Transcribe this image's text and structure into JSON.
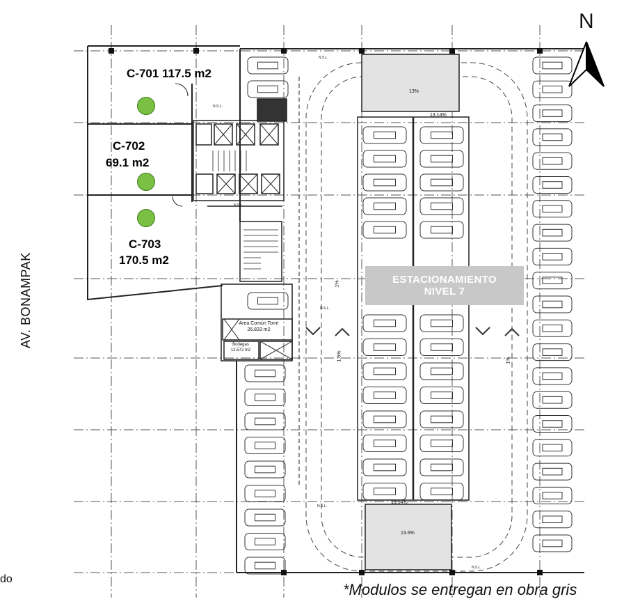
{
  "north_label": "N",
  "street_label": "AV. BONAMPAK",
  "units": [
    {
      "id": "C-701",
      "area": "117.5 m2"
    },
    {
      "id": "C-702",
      "area": "69.1 m2"
    },
    {
      "id": "C-703",
      "area": "170.5 m2"
    }
  ],
  "parking_label": {
    "line1": "ESTACIONAMIENTO",
    "line2": "NIVEL 7"
  },
  "common_area": {
    "title": "Area Común Torre",
    "value": "26.833 m2"
  },
  "storage": {
    "title": "Bodegas",
    "value": "12.572 m2"
  },
  "ramp_slopes": [
    "13%",
    "13.14%",
    "13.14%",
    "13.6%",
    "1%",
    "1.6%",
    "1%"
  ],
  "level_tag": "N.S.L.",
  "note": "*Modulos se entregan en obra gris",
  "corner_fragment": "do",
  "colors": {
    "unit_marker": "#7ac143",
    "parking_label_bg": "#c8c8c8",
    "ramp_fill": "#e3e3e3"
  }
}
